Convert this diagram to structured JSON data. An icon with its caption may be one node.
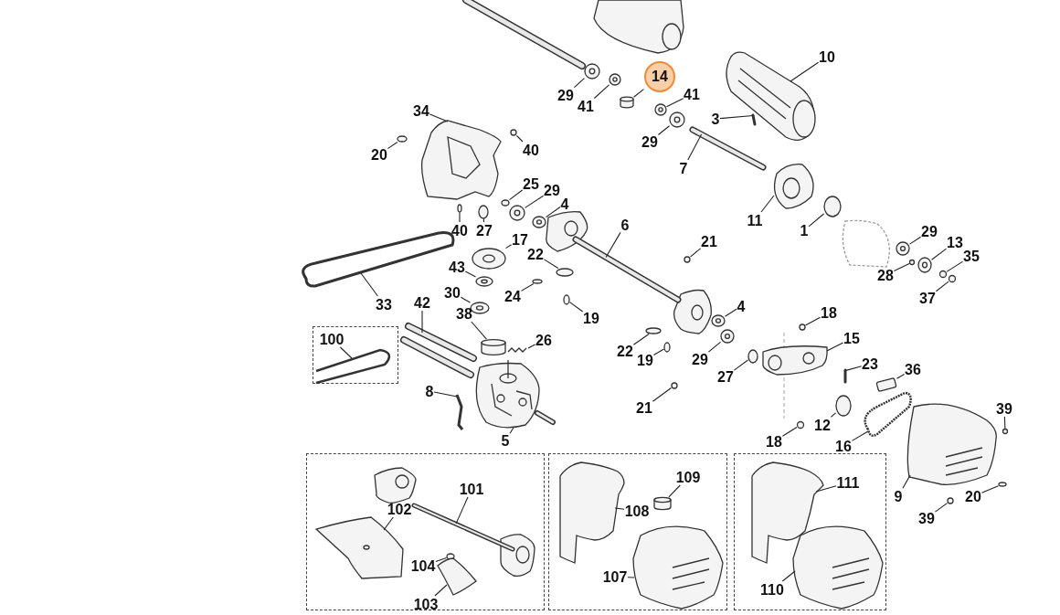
{
  "diagram": {
    "nodes": [
      {
        "text": [
          "29"
        ]
      },
      {
        "text": [
          "41"
        ]
      },
      {
        "text": [
          "14"
        ]
      },
      {
        "text": [
          "41"
        ]
      },
      {
        "text": [
          "29"
        ]
      },
      {
        "text": [
          "10"
        ]
      },
      {
        "text": [
          "3"
        ]
      },
      {
        "text": [
          "7"
        ]
      },
      {
        "text": [
          "34"
        ]
      },
      {
        "text": [
          "20"
        ]
      },
      {
        "text": [
          "40"
        ]
      },
      {
        "text": [
          "25"
        ]
      },
      {
        "text": [
          "29"
        ]
      },
      {
        "text": [
          "4"
        ]
      },
      {
        "text": [
          "11"
        ]
      },
      {
        "text": [
          "1"
        ]
      },
      {
        "text": [
          "40"
        ]
      },
      {
        "text": [
          "27"
        ]
      },
      {
        "text": [
          "29"
        ]
      },
      {
        "text": [
          "13"
        ]
      },
      {
        "text": [
          "35"
        ]
      },
      {
        "text": [
          "28"
        ]
      },
      {
        "text": [
          "37"
        ]
      },
      {
        "text": [
          "17"
        ]
      },
      {
        "text": [
          "22"
        ]
      },
      {
        "text": [
          "6"
        ]
      },
      {
        "text": [
          "21"
        ]
      },
      {
        "text": [
          "43"
        ]
      },
      {
        "text": [
          "24"
        ]
      },
      {
        "text": [
          "33"
        ]
      },
      {
        "text": [
          "30"
        ]
      },
      {
        "text": [
          "42"
        ]
      },
      {
        "text": [
          "19"
        ]
      },
      {
        "text": [
          "18"
        ]
      },
      {
        "text": [
          "15"
        ]
      },
      {
        "text": [
          "4"
        ]
      },
      {
        "text": [
          "38"
        ]
      },
      {
        "text": [
          "26"
        ]
      },
      {
        "text": [
          "22"
        ]
      },
      {
        "text": [
          "19"
        ]
      },
      {
        "text": [
          "29"
        ]
      },
      {
        "text": [
          "27"
        ]
      },
      {
        "text": [
          "23"
        ]
      },
      {
        "text": [
          "36"
        ]
      },
      {
        "text": [
          "8"
        ]
      },
      {
        "text": [
          "12"
        ]
      },
      {
        "text": [
          "21"
        ]
      },
      {
        "text": [
          "5"
        ]
      },
      {
        "text": [
          "18"
        ]
      },
      {
        "text": [
          "16"
        ]
      },
      {
        "text": [
          "39"
        ]
      },
      {
        "text": [
          "9"
        ]
      },
      {
        "text": [
          "20"
        ]
      },
      {
        "text": [
          "39"
        ]
      },
      {
        "text": [],
        "shape": "box"
      },
      {
        "text": [
          "100"
        ],
        "in": 54
      },
      {
        "text": [],
        "shape": "box"
      },
      {
        "text": [
          "101"
        ],
        "in": 56
      },
      {
        "text": [
          "102"
        ],
        "in": 56
      },
      {
        "text": [
          "104"
        ],
        "in": 56
      },
      {
        "text": [
          "103"
        ],
        "in": 56
      },
      {
        "text": [],
        "shape": "box"
      },
      {
        "text": [
          "109"
        ],
        "in": 61
      },
      {
        "text": [
          "108"
        ],
        "in": 61
      },
      {
        "text": [
          "107"
        ],
        "in": 61
      },
      {
        "text": [],
        "shape": "box"
      },
      {
        "text": [
          "111"
        ],
        "in": 65
      },
      {
        "text": [
          "110"
        ],
        "in": 65
      },
      {
        "text": [],
        "shape": "circle"
      },
      {
        "text": [],
        "shape": "circle"
      },
      {
        "text": [],
        "shape": "circle"
      },
      {
        "text": [],
        "shape": "circle"
      },
      {
        "text": [],
        "shape": "circle"
      },
      {
        "text": [],
        "shape": "circle"
      },
      {
        "text": [],
        "shape": "circle"
      },
      {
        "text": [],
        "shape": "box"
      },
      {
        "text": [],
        "shape": "circle"
      },
      {
        "text": [],
        "shape": "circle"
      },
      {
        "text": [],
        "shape": "cylinder"
      },
      {
        "text": [],
        "shape": "circle"
      },
      {
        "text": [],
        "shape": "circle"
      },
      {
        "text": [],
        "shape": "circle"
      },
      {
        "text": [],
        "shape": "circle"
      },
      {
        "text": [],
        "shape": "circle"
      },
      {
        "text": [],
        "shape": "circle"
      },
      {
        "text": [],
        "shape": "cylinder"
      },
      {
        "text": [],
        "shape": "cylinder",
        "in": 61
      },
      {
        "text": [],
        "shape": "circle"
      },
      {
        "text": [],
        "shape": "bar"
      },
      {
        "text": [],
        "shape": "circle"
      },
      {
        "text": [],
        "shape": "picture"
      },
      {
        "text": [],
        "shape": "bar"
      },
      {
        "text": [],
        "shape": "picture"
      },
      {
        "text": [],
        "shape": "circle"
      },
      {
        "text": [],
        "shape": "circle"
      },
      {
        "text": [],
        "shape": "picture"
      },
      {
        "text": [],
        "shape": "circle"
      },
      {
        "text": [],
        "shape": "circle"
      },
      {
        "text": [],
        "shape": "circle"
      },
      {
        "text": [],
        "shape": "circle"
      },
      {
        "text": [],
        "shape": "bar"
      },
      {
        "text": [],
        "shape": "circle"
      },
      {
        "text": [],
        "shape": "circle"
      },
      {
        "text": [],
        "shape": "circle"
      },
      {
        "text": [],
        "shape": "picture"
      },
      {
        "text": [],
        "shape": "circle"
      },
      {
        "text": [],
        "shape": "picture"
      },
      {
        "text": [],
        "shape": "circle"
      },
      {
        "text": [],
        "shape": "circle"
      },
      {
        "text": [],
        "shape": "picture"
      },
      {
        "text": [],
        "shape": "circle"
      },
      {
        "text": [],
        "shape": "picture"
      },
      {
        "text": [],
        "shape": "circle"
      },
      {
        "text": [],
        "shape": "circle"
      },
      {
        "text": [],
        "shape": "bar"
      },
      {
        "text": [],
        "shape": "picture"
      },
      {
        "text": [],
        "shape": "circle"
      },
      {
        "text": [],
        "shape": "circle"
      },
      {
        "text": [],
        "shape": "picture"
      },
      {
        "text": [],
        "shape": "picture"
      },
      {
        "text": [],
        "shape": "circle"
      },
      {
        "text": [],
        "shape": "picture"
      },
      {
        "text": [],
        "shape": "circle"
      },
      {
        "text": [],
        "shape": "picture",
        "in": 54
      },
      {
        "text": [],
        "shape": "bar",
        "in": 56
      },
      {
        "text": [],
        "shape": "picture",
        "in": 56
      },
      {
        "text": [],
        "shape": "circle",
        "in": 56
      },
      {
        "text": [],
        "shape": "picture",
        "in": 56
      },
      {
        "text": [],
        "shape": "picture",
        "in": 61
      },
      {
        "text": [],
        "shape": "picture",
        "in": 61
      },
      {
        "text": [],
        "shape": "picture",
        "in": 65
      },
      {
        "text": [],
        "shape": "picture",
        "in": 65
      }
    ],
    "edges": [
      {
        "from": 0,
        "to": 80,
        "arrow": "none"
      },
      {
        "from": 1,
        "to": 87,
        "arrow": "none"
      },
      {
        "from": 2,
        "to": 78,
        "arrow": "none"
      },
      {
        "from": 3,
        "to": 79,
        "arrow": "none"
      },
      {
        "from": 4,
        "to": 68,
        "arrow": "none"
      },
      {
        "from": 5,
        "to": 90,
        "arrow": "none"
      },
      {
        "from": 6,
        "to": 91,
        "arrow": "none"
      },
      {
        "from": 7,
        "to": 88,
        "arrow": "none"
      },
      {
        "from": 8,
        "to": 92,
        "arrow": "none"
      },
      {
        "from": 9,
        "to": 93,
        "arrow": "none"
      },
      {
        "from": 10,
        "to": 94,
        "arrow": "none"
      },
      {
        "from": 11,
        "to": 69,
        "arrow": "none"
      },
      {
        "from": 12,
        "to": 70,
        "arrow": "none"
      },
      {
        "from": 13,
        "to": 71,
        "arrow": "none"
      },
      {
        "from": 14,
        "to": 95,
        "arrow": "none"
      },
      {
        "from": 15,
        "to": 96,
        "arrow": "none"
      },
      {
        "from": 16,
        "to": 97,
        "arrow": "none"
      },
      {
        "from": 17,
        "to": 98,
        "arrow": "none"
      },
      {
        "from": 18,
        "to": 82,
        "arrow": "none"
      },
      {
        "from": 19,
        "to": 81,
        "arrow": "none"
      },
      {
        "from": 20,
        "to": 72,
        "arrow": "none"
      },
      {
        "from": 21,
        "to": 89,
        "arrow": "none"
      },
      {
        "from": 22,
        "to": 73,
        "arrow": "none"
      },
      {
        "from": 23,
        "to": 84,
        "arrow": "none"
      },
      {
        "from": 24,
        "to": 99,
        "arrow": "none"
      },
      {
        "from": 25,
        "to": 100,
        "arrow": "none"
      },
      {
        "from": 26,
        "to": 101,
        "arrow": "none"
      },
      {
        "from": 27,
        "to": 102,
        "arrow": "none"
      },
      {
        "from": 28,
        "to": 103,
        "arrow": "none"
      },
      {
        "from": 29,
        "to": 104,
        "arrow": "none"
      },
      {
        "from": 30,
        "to": 105,
        "arrow": "none"
      },
      {
        "from": 31,
        "to": 106,
        "arrow": "none"
      },
      {
        "from": 32,
        "to": 107,
        "arrow": "none"
      },
      {
        "from": 33,
        "to": 108,
        "arrow": "none"
      },
      {
        "from": 34,
        "to": 109,
        "arrow": "none"
      },
      {
        "from": 35,
        "to": 110,
        "arrow": "none"
      },
      {
        "from": 36,
        "to": 85,
        "arrow": "none"
      },
      {
        "from": 37,
        "to": 111,
        "arrow": "none"
      },
      {
        "from": 38,
        "to": 74,
        "arrow": "none"
      },
      {
        "from": 39,
        "to": 112,
        "arrow": "none"
      },
      {
        "from": 40,
        "to": 83,
        "arrow": "none"
      },
      {
        "from": 41,
        "to": 113,
        "arrow": "none"
      },
      {
        "from": 42,
        "to": 114,
        "arrow": "none"
      },
      {
        "from": 43,
        "to": 75,
        "arrow": "none"
      },
      {
        "from": 44,
        "to": 115,
        "arrow": "none"
      },
      {
        "from": 45,
        "to": 116,
        "arrow": "none"
      },
      {
        "from": 46,
        "to": 117,
        "arrow": "none"
      },
      {
        "from": 47,
        "to": 118,
        "arrow": "none"
      },
      {
        "from": 48,
        "to": 76,
        "arrow": "none"
      },
      {
        "from": 49,
        "to": 119,
        "arrow": "none"
      },
      {
        "from": 50,
        "to": 120,
        "arrow": "none"
      },
      {
        "from": 51,
        "to": 121,
        "arrow": "none"
      },
      {
        "from": 52,
        "to": 122,
        "arrow": "none"
      },
      {
        "from": 53,
        "to": 77,
        "arrow": "none"
      },
      {
        "from": 55,
        "to": 123,
        "arrow": "none"
      },
      {
        "from": 57,
        "to": 124,
        "arrow": "none"
      },
      {
        "from": 58,
        "to": 125,
        "arrow": "none"
      },
      {
        "from": 59,
        "to": 126,
        "arrow": "none"
      },
      {
        "from": 60,
        "to": 127,
        "arrow": "none"
      },
      {
        "from": 62,
        "to": 86,
        "arrow": "none"
      },
      {
        "from": 63,
        "to": 128,
        "arrow": "none"
      },
      {
        "from": 64,
        "to": 129,
        "arrow": "none"
      },
      {
        "from": 66,
        "to": 130,
        "arrow": "none"
      },
      {
        "from": 67,
        "to": 131,
        "arrow": "none"
      }
    ]
  }
}
